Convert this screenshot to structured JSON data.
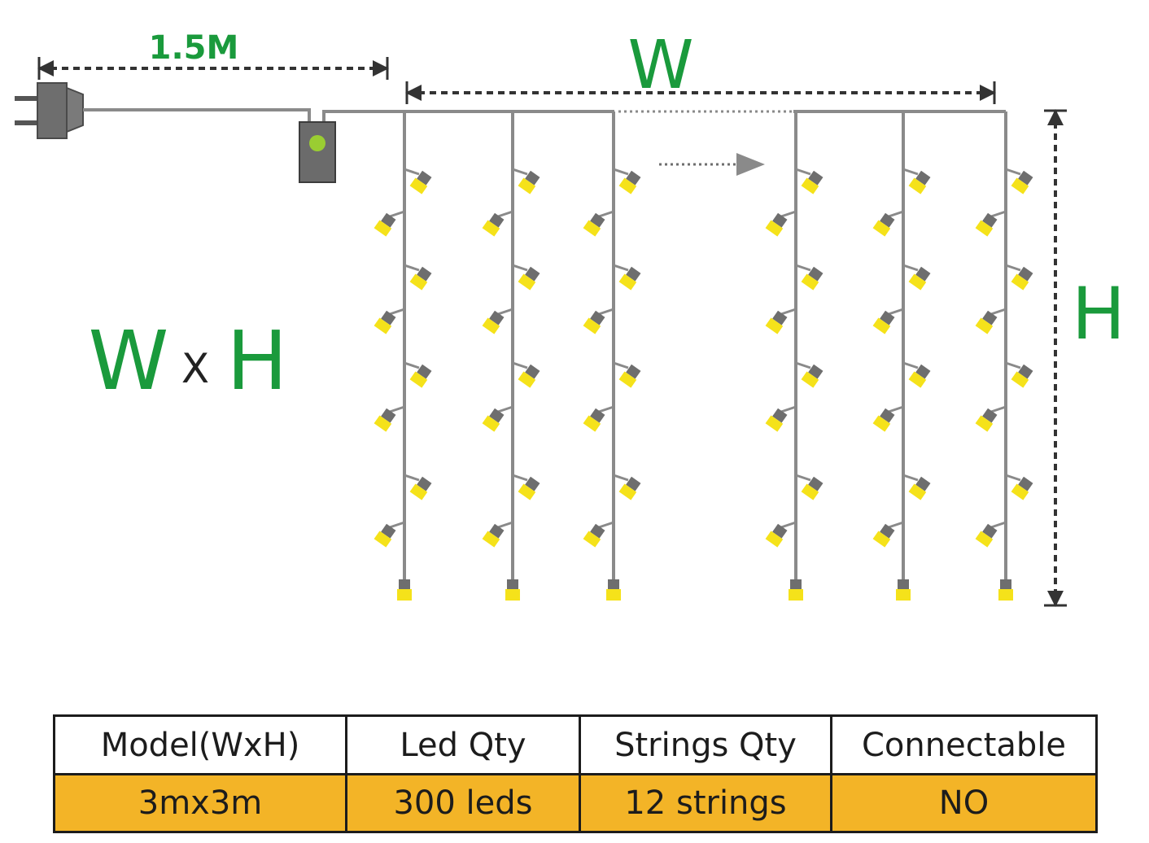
{
  "labels": {
    "cord_length": "1.5M",
    "width": "W",
    "height": "H",
    "formula_w": "W",
    "formula_x": "X",
    "formula_h": "H"
  },
  "colors": {
    "dimension_green": "#1a9a3c",
    "wire_gray": "#8a8a8a",
    "led_yellow": "#f5e21a",
    "led_socket": "#6e6e6e",
    "controller_light": "#9acd32",
    "table_value_bg": "#f3b427"
  },
  "icons": [
    "plug-icon",
    "controller-icon",
    "led-bulb-icon",
    "arrow-right-icon"
  ],
  "table": {
    "headers": [
      "Model(WxH)",
      "Led Qty",
      "Strings Qty",
      "Connectable"
    ],
    "values": [
      "3mx3m",
      "300 leds",
      "12 strings",
      "NO"
    ]
  }
}
